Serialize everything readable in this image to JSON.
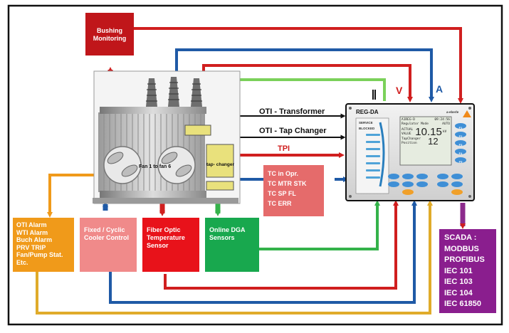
{
  "bushing": {
    "line1": "Bushing",
    "line2": "Monitoring"
  },
  "transformer": {
    "fan_label": "Fan 1 to fan 6",
    "tapchanger_l1": "tap-",
    "tapchanger_l2": "changer"
  },
  "signals": {
    "oti_transformer": "OTI - Transformer",
    "oti_tap_changer": "OTI - Tap Changer",
    "tpi": "TPI",
    "v": "V",
    "a": "A"
  },
  "tc_box": {
    "items": [
      "TC in Opr.",
      "TC MTR STK",
      "TC SP FL",
      "TC ERR"
    ]
  },
  "oti_box": {
    "items": [
      "OTI  Alarm",
      "WTI Alarm",
      "Buch Alarm",
      "PRV TRIP",
      "Fan/Pump Stat.",
      "Etc."
    ]
  },
  "cooler_box": {
    "items": [
      "Fixed / Cyclic",
      "Cooler Control"
    ]
  },
  "fiber_box": {
    "items": [
      "Fiber Optic",
      "Temperature",
      "Sensor"
    ]
  },
  "dga_box": {
    "items": [
      "Online DGA",
      "Sensors"
    ]
  },
  "scada_box": {
    "items": [
      "SCADA :",
      "MODBUS",
      "PROFIBUS",
      "IEC 101",
      "IEC 103",
      "IEC 104",
      "IEC 61850"
    ]
  },
  "regda": {
    "title": "REG-DA",
    "brand": "a-eberle",
    "service": "SERVICE",
    "blocked": "BLOCKED",
    "screen_id": "A1REG-D",
    "screen_time": "09:24:56",
    "screen_mode_label": "Regulator Mode",
    "screen_mode": "AUTO",
    "actual_label": "ACTUAL",
    "value_label": "VALUE",
    "actual_value": "10.15",
    "unit": "kV",
    "tapchanger_label": "TapChanger",
    "position_label": "Position",
    "position_value": "12",
    "keys": [
      "F1",
      "F2",
      "F3",
      "F4",
      "F5"
    ]
  },
  "colors": {
    "bushing": "#c0161a",
    "oti": "#f09a1a",
    "cooler": "#f08a8a",
    "fiber": "#e8121a",
    "dga": "#18a84e",
    "scada": "#8a1e8e",
    "tc": "#e56b6b",
    "blue": "#1f5aa6",
    "yellow": "#e0ab2a",
    "green": "#7bd15a",
    "purple": "#8c2a8c"
  }
}
